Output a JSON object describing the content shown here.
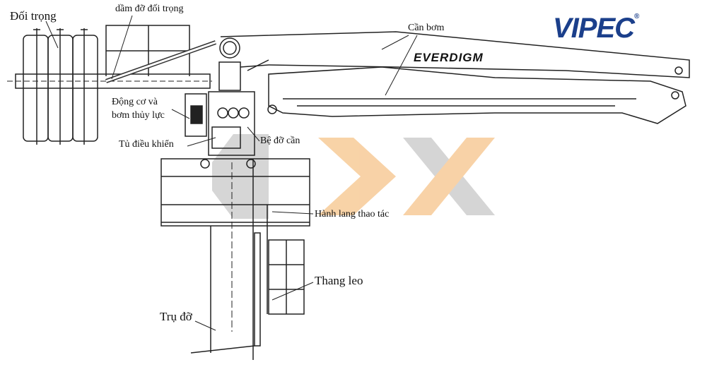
{
  "logo": {
    "text": "VIPEC",
    "registered": "®",
    "color": "#1b3f8b"
  },
  "brand_on_boom": "EVERDIGM",
  "labels": {
    "counterweight": "Đối trọng",
    "counterweight_beam": "dầm đỡ đối trọng",
    "boom": "Cần bơm",
    "engine_line1": "Động cơ và",
    "engine_line2": "bơm thủy lực",
    "control_cabinet": "Tủ điều khiển",
    "boom_base": "Bệ đỡ cần",
    "walkway": "Hành lang thao tác",
    "ladder": "Thang leo",
    "mast": "Trụ đỡ"
  },
  "colors": {
    "line": "#222222",
    "watermark_orange": "#f6c48a",
    "watermark_gray": "#c8c8c8"
  }
}
